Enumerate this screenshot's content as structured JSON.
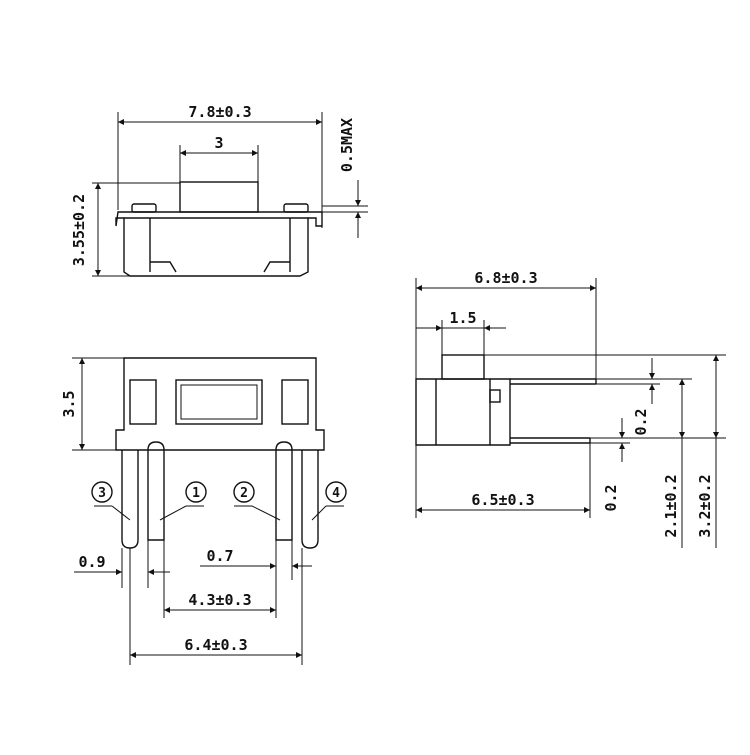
{
  "dimensions": {
    "top_width": "7.8±0.3",
    "top_actuator": "3",
    "top_max": "0.5MAX",
    "top_height": "3.55±0.2",
    "front_height": "3.5",
    "front_pitch_left": "0.9",
    "front_pin_width": "0.7",
    "front_inner_span": "4.3±0.3",
    "front_outer_span": "6.4±0.3",
    "side_overall": "6.8±0.3",
    "side_actuator": "1.5",
    "side_body": "6.5±0.3",
    "side_gap_upper": "0.2",
    "side_gap_lower": "0.2",
    "side_lead_height": "2.1±0.2",
    "side_total_height": "3.2±0.2"
  },
  "pins": {
    "p1": "1",
    "p2": "2",
    "p3": "3",
    "p4": "4"
  }
}
